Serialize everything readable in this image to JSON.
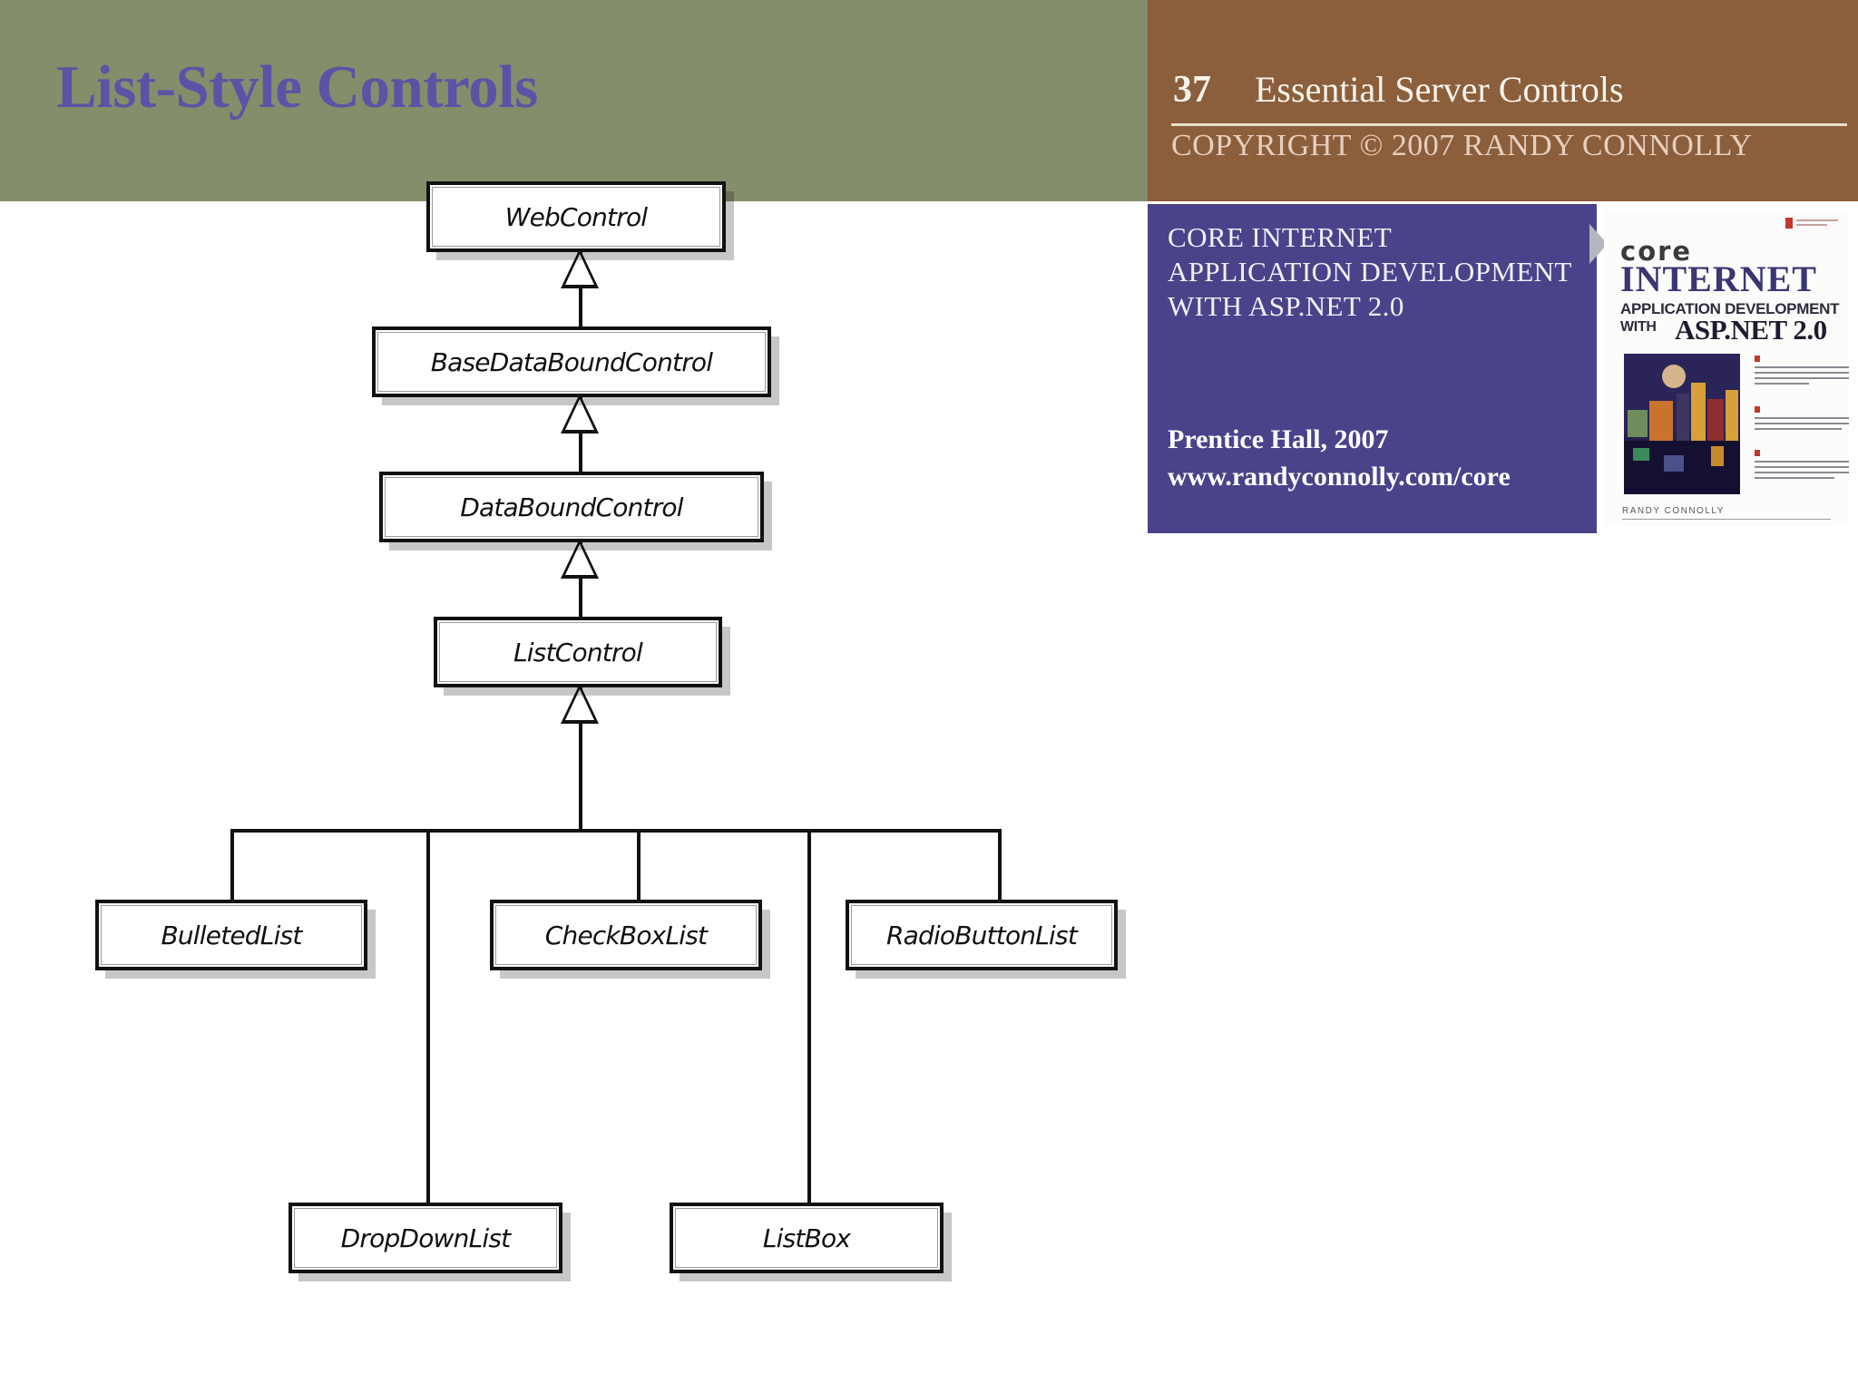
{
  "header": {
    "slide_title": "List-Style Controls",
    "chapter_number": "37",
    "chapter_name": "Essential Server Controls",
    "copyright": "COPYRIGHT © 2007 RANDY CONNOLLY",
    "colors": {
      "green_band": "#858E6B",
      "brown_band": "#8B5E3C",
      "title_text": "#5B53A6",
      "rule": "#E8DFC8"
    }
  },
  "promo": {
    "book_title": "CORE INTERNET APPLICATION DEVELOPMENT WITH ASP.NET 2.0",
    "publisher": "Prentice Hall, 2007",
    "website": "www.randyconnolly.com/core",
    "panel_color": "#4A438A",
    "arrow_icon": "right-triangle-icon"
  },
  "book_cover": {
    "core": "core",
    "internet": "INTERNET",
    "app_dev": "APPLICATION DEVELOPMENT",
    "with": "WITH",
    "aspnet": "ASP.NET 2.0",
    "author": "RANDY CONNOLLY"
  },
  "chart_data": {
    "type": "diagram",
    "diagram_kind": "uml-class-inheritance-hierarchy",
    "title": "List-Style Controls",
    "nodes": [
      {
        "id": "webcontrol",
        "label": "WebControl",
        "level": 0
      },
      {
        "id": "basedataboundcontrol",
        "label": "BaseDataBoundControl",
        "level": 1
      },
      {
        "id": "databoundcontrol",
        "label": "DataBoundControl",
        "level": 2
      },
      {
        "id": "listcontrol",
        "label": "ListControl",
        "level": 3
      },
      {
        "id": "bulletedlist",
        "label": "BulletedList",
        "level": 4
      },
      {
        "id": "checkboxlist",
        "label": "CheckBoxList",
        "level": 4
      },
      {
        "id": "radiobuttonlist",
        "label": "RadioButtonList",
        "level": 4
      },
      {
        "id": "dropdownlist",
        "label": "DropDownList",
        "level": 5
      },
      {
        "id": "listbox",
        "label": "ListBox",
        "level": 5
      }
    ],
    "edges": [
      {
        "from": "basedataboundcontrol",
        "to": "webcontrol",
        "type": "generalization"
      },
      {
        "from": "databoundcontrol",
        "to": "basedataboundcontrol",
        "type": "generalization"
      },
      {
        "from": "listcontrol",
        "to": "databoundcontrol",
        "type": "generalization"
      },
      {
        "from": "bulletedlist",
        "to": "listcontrol",
        "type": "generalization"
      },
      {
        "from": "checkboxlist",
        "to": "listcontrol",
        "type": "generalization"
      },
      {
        "from": "radiobuttonlist",
        "to": "listcontrol",
        "type": "generalization"
      },
      {
        "from": "dropdownlist",
        "to": "listcontrol",
        "type": "generalization"
      },
      {
        "from": "listbox",
        "to": "listcontrol",
        "type": "generalization"
      }
    ]
  }
}
